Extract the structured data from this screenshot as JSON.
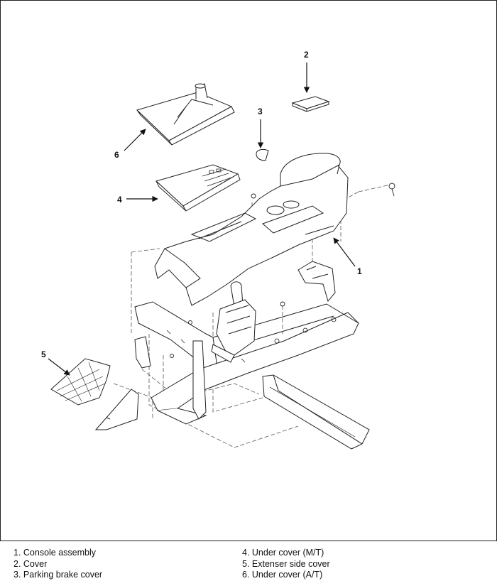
{
  "callouts": {
    "c1": "1",
    "c2": "2",
    "c3": "3",
    "c4": "4",
    "c5": "5",
    "c6": "6"
  },
  "legend": {
    "items": [
      "1. Console assembly",
      "2. Cover",
      "3. Parking brake cover",
      "4. Under cover (M/T)",
      "5. Extenser side cover",
      "6. Under cover (A/T)"
    ]
  },
  "colors": {
    "line": "#222222",
    "dashed": "#555555",
    "fill": "#ffffff"
  }
}
